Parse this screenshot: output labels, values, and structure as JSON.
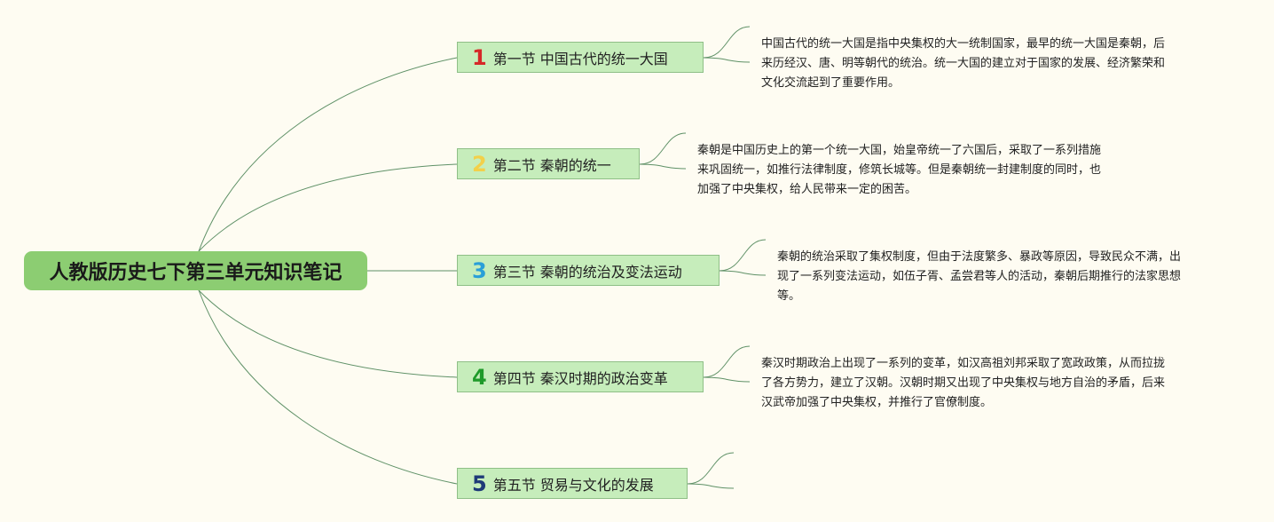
{
  "root": {
    "title": "人教版历史七下第三单元知识笔记",
    "color": "#8ccd72"
  },
  "line_color": "#5f9167",
  "sections": [
    {
      "number": "1",
      "number_color": "#d62828",
      "title": "第一节 中国古代的统一大国",
      "description": [
        "中国古代的统一大国是指中央集权的大一统制国家，最早的统一大国是秦朝，后",
        "来历经汉、唐、明等朝代的统治。统一大国的建立对于国家的发展、经济繁荣和",
        "文化交流起到了重要作用。"
      ]
    },
    {
      "number": "2",
      "number_color": "#f2d04a",
      "title": "第二节 秦朝的统一",
      "description": [
        "秦朝是中国历史上的第一个统一大国，始皇帝统一了六国后，采取了一系列措施",
        "来巩固统一，如推行法律制度，修筑长城等。但是秦朝统一封建制度的同时，也",
        "加强了中央集权，给人民带来一定的困苦。"
      ]
    },
    {
      "number": "3",
      "number_color": "#2a9fd8",
      "title": "第三节 秦朝的统治及变法运动",
      "description": [
        "秦朝的统治采取了集权制度，但由于法度繁多、暴政等原因，导致民众不满，出",
        "现了一系列变法运动，如伍子胥、孟尝君等人的活动，秦朝后期推行的法家思想",
        "等。"
      ]
    },
    {
      "number": "4",
      "number_color": "#1f9a2a",
      "title": "第四节 秦汉时期的政治变革",
      "description": [
        "秦汉时期政治上出现了一系列的变革，如汉高祖刘邦采取了宽政政策，从而拉拢",
        "了各方势力，建立了汉朝。汉朝时期又出现了中央集权与地方自治的矛盾，后来",
        "汉武帝加强了中央集权，并推行了官僚制度。"
      ]
    },
    {
      "number": "5",
      "number_color": "#1e3a78",
      "title": "第五节 贸易与文化的发展",
      "description": []
    }
  ]
}
